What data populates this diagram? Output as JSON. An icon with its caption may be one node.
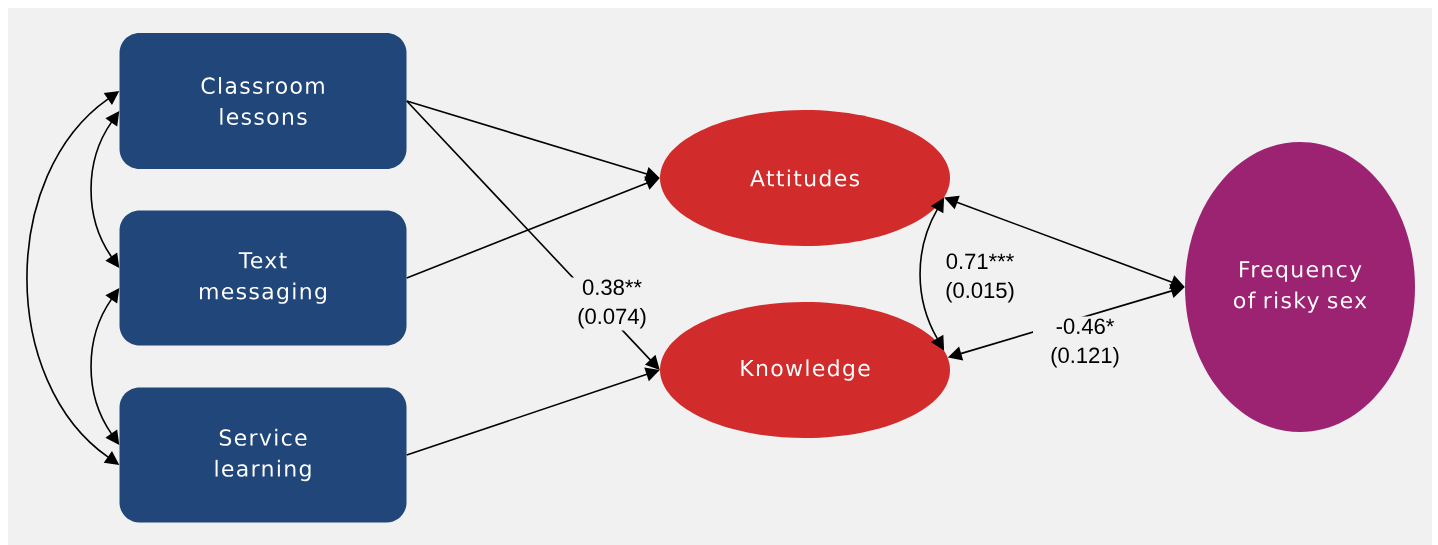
{
  "diagram": {
    "nodes": [
      {
        "text": [
          "Classroom lessons"
        ]
      },
      {
        "text": [
          "Text messaging"
        ]
      },
      {
        "text": [
          "Service learning"
        ]
      },
      {
        "text": [
          "Attitudes"
        ]
      },
      {
        "text": [
          "Knowledge"
        ]
      },
      {
        "text": [
          "Frequency of risky sex"
        ]
      }
    ],
    "edges": [
      {
        "from": 0,
        "to": 3,
        "arrow": "to"
      },
      {
        "from": 0,
        "to": 4,
        "arrow": "to",
        "label": "0.38** (0.074)"
      },
      {
        "from": 1,
        "to": 3,
        "arrow": "to"
      },
      {
        "from": 2,
        "to": 4,
        "arrow": "to"
      },
      {
        "from": 3,
        "to": 4,
        "arrow": "both",
        "label": "0.71*** (0.015)"
      },
      {
        "from": 3,
        "to": 5,
        "arrow": "both"
      },
      {
        "from": 4,
        "to": 5,
        "arrow": "both",
        "label": "-0.46* (0.121)"
      },
      {
        "from": 0,
        "to": 1,
        "arrow": "both"
      },
      {
        "from": 1,
        "to": 2,
        "arrow": "both"
      },
      {
        "from": 0,
        "to": 2,
        "arrow": "both"
      }
    ]
  }
}
